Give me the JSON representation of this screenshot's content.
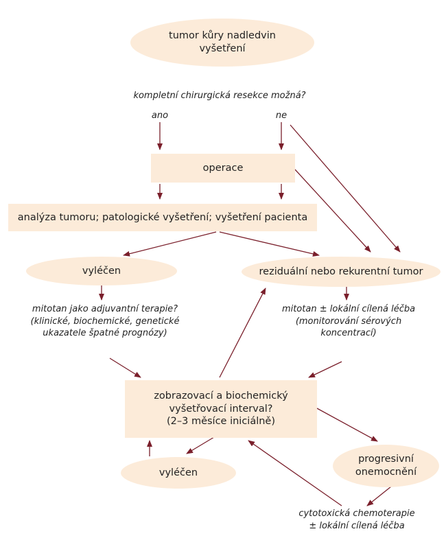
{
  "colors": {
    "node_fill": "#fcebd9",
    "arrow": "#7a1f2b",
    "text": "#222222"
  },
  "nodes": {
    "start": "tumor kůry nadledvin\nvyšetření",
    "surgery": "operace",
    "analysis": "analýza tumoru; patologické vyšetření; vyšetření pacienta",
    "cured1": "vyléčen",
    "residual": "reziduální nebo rekurentní tumor",
    "imaging": "zobrazovací a biochemický\nvyšetřovací interval?\n(2–3 měsíce iniciálně)",
    "cured2": "vyléčen",
    "progressive": "progresivní\nonemocnění"
  },
  "labels": {
    "question": "kompletní chirurgická resekce možná?",
    "yes": "ano",
    "no": "ne",
    "adjuvant": "mitotan jako adjuvantní terapie?\n(klinické, biochemické, genetické\nukazatele špatné prognózy)",
    "mitotane": "mitotan ± lokální cílená léčba\n(monitorování sérových\nkoncentrací)",
    "cytotoxic": "cytotoxická chemoterapie\n± lokální cílená léčba"
  }
}
